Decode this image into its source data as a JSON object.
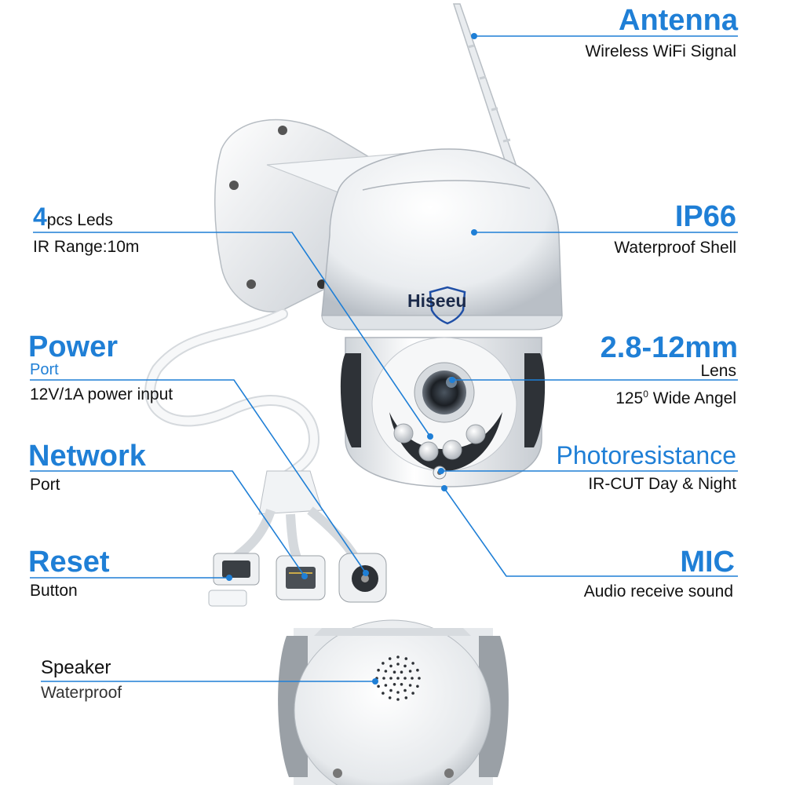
{
  "brand": "Hiseeu",
  "labels": {
    "antenna": {
      "title": "Antenna",
      "sub": "Wireless WiFi Signal"
    },
    "ip66": {
      "title": "IP66",
      "sub": "Waterproof Shell"
    },
    "lens": {
      "title": "2.8-12mm",
      "sub1": "Lens",
      "sub2_a": "125",
      "sub2_sup": "0",
      "sub2_b": " Wide Angel"
    },
    "photo": {
      "title": "Photoresistance",
      "sub": "IR-CUT Day & Night"
    },
    "mic": {
      "title": "MIC",
      "sub": "Audio receive sound"
    },
    "leds": {
      "num": "4",
      "title": "pcs Leds",
      "sub": "IR Range:10m"
    },
    "power": {
      "title": "Power",
      "port": "Port",
      "sub": "12V/1A power input"
    },
    "network": {
      "title": "Network",
      "sub": "Port"
    },
    "reset": {
      "title": "Reset",
      "sub": "Button"
    },
    "speaker": {
      "title": "Speaker",
      "sub": "Waterproof"
    }
  },
  "colors": {
    "accent": "#1f7fd6",
    "line": "#1f7fd6",
    "text": "#111111"
  }
}
